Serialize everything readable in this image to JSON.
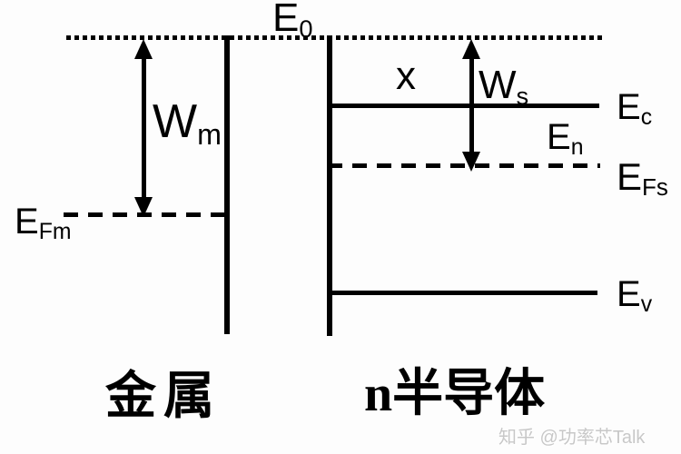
{
  "colors": {
    "ink": "#000000",
    "background": "#fdfdfd",
    "watermark_gray": "#c8c8c8"
  },
  "labels": {
    "e0": {
      "base": "E",
      "sub": "0"
    },
    "wm": {
      "base": "W",
      "sub": "m"
    },
    "efm": {
      "base": "E",
      "sub": "Fm"
    },
    "chi": "x",
    "ws": {
      "base": "W",
      "sub": "s"
    },
    "ec": {
      "base": "E",
      "sub": "c"
    },
    "en": {
      "base": "E",
      "sub": "n"
    },
    "efs": {
      "base": "E",
      "sub": "Fs"
    },
    "ev": {
      "base": "E",
      "sub": "v"
    },
    "metal": "金属",
    "semiconductor": {
      "prefix": "n",
      "name": "半导体"
    }
  },
  "watermark": {
    "text": "知乎 @功率芯Talk"
  },
  "diagram": {
    "type": "energy-band-diagram",
    "levels": [
      {
        "id": "E0",
        "style": "dotted",
        "span": "metal-and-semiconductor"
      },
      {
        "id": "EFm",
        "style": "dashed",
        "span": "metal"
      },
      {
        "id": "Ec",
        "style": "solid",
        "span": "semiconductor"
      },
      {
        "id": "EFs",
        "style": "dashed",
        "span": "semiconductor"
      },
      {
        "id": "Ev",
        "style": "solid",
        "span": "semiconductor"
      }
    ],
    "arrows": [
      {
        "id": "Wm",
        "type": "double-headed-vertical",
        "from": "E0",
        "to": "EFm"
      },
      {
        "id": "Ws",
        "type": "double-headed-vertical",
        "from": "E0",
        "to": "EFs"
      }
    ]
  }
}
